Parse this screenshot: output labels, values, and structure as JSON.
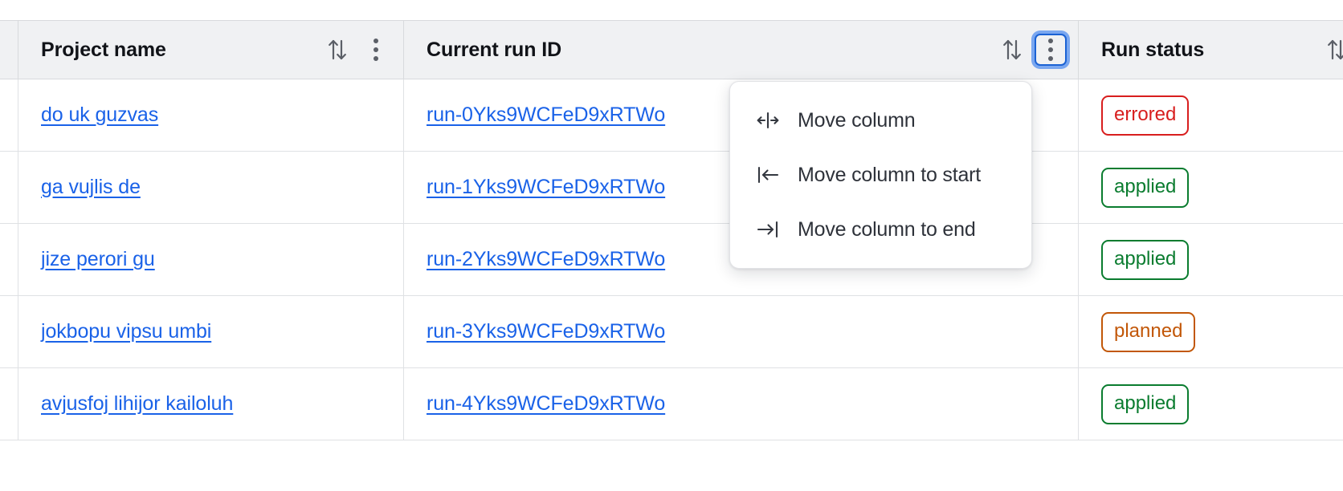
{
  "table": {
    "columns": [
      {
        "id": "lead",
        "label": "",
        "sort_icon": "sort-icon",
        "has_menu": false
      },
      {
        "id": "project_name",
        "label": "Project name",
        "sort_icon": "sort-icon",
        "menu_icon": "kebab-menu-icon",
        "has_menu": true,
        "menu_open": false
      },
      {
        "id": "current_run_id",
        "label": "Current run ID",
        "sort_icon": "sort-icon",
        "menu_icon": "kebab-menu-icon",
        "has_menu": true,
        "menu_open": true
      },
      {
        "id": "run_status",
        "label": "Run status",
        "sort_icon": "sort-icon",
        "has_menu": false
      }
    ],
    "rows": [
      {
        "project_name": "do uk guzvas",
        "current_run_id": "run-0Yks9WCFeD9xRTWo",
        "run_status": "errored",
        "status_kind": "errored"
      },
      {
        "project_name": "ga vujlis de",
        "current_run_id": "run-1Yks9WCFeD9xRTWo",
        "run_status": "applied",
        "status_kind": "applied"
      },
      {
        "project_name": "jize perori gu",
        "current_run_id": "run-2Yks9WCFeD9xRTWo",
        "run_status": "applied",
        "status_kind": "applied"
      },
      {
        "project_name": "jokbopu vipsu umbi",
        "current_run_id": "run-3Yks9WCFeD9xRTWo",
        "run_status": "planned",
        "status_kind": "planned"
      },
      {
        "project_name": "avjusfoj lihijor kailoluh",
        "current_run_id": "run-4Yks9WCFeD9xRTWo",
        "run_status": "applied",
        "status_kind": "applied"
      }
    ]
  },
  "column_menu": {
    "owner_column": "Current run ID",
    "items": [
      {
        "label": "Move column",
        "icon": "move-column-horizontal-icon"
      },
      {
        "label": "Move column to start",
        "icon": "arrow-left-to-bar-icon"
      },
      {
        "label": "Move column to end",
        "icon": "arrow-right-to-bar-icon"
      }
    ]
  },
  "colors": {
    "link": "#1a62e8",
    "focus_ring": "#7aa7f0",
    "focus_border": "#1b62d4",
    "header_bg": "#f0f1f3",
    "border": "#dfe1e4",
    "status_errored": "#d81e1e",
    "status_applied": "#0a7c2f",
    "status_planned": "#c25708"
  }
}
